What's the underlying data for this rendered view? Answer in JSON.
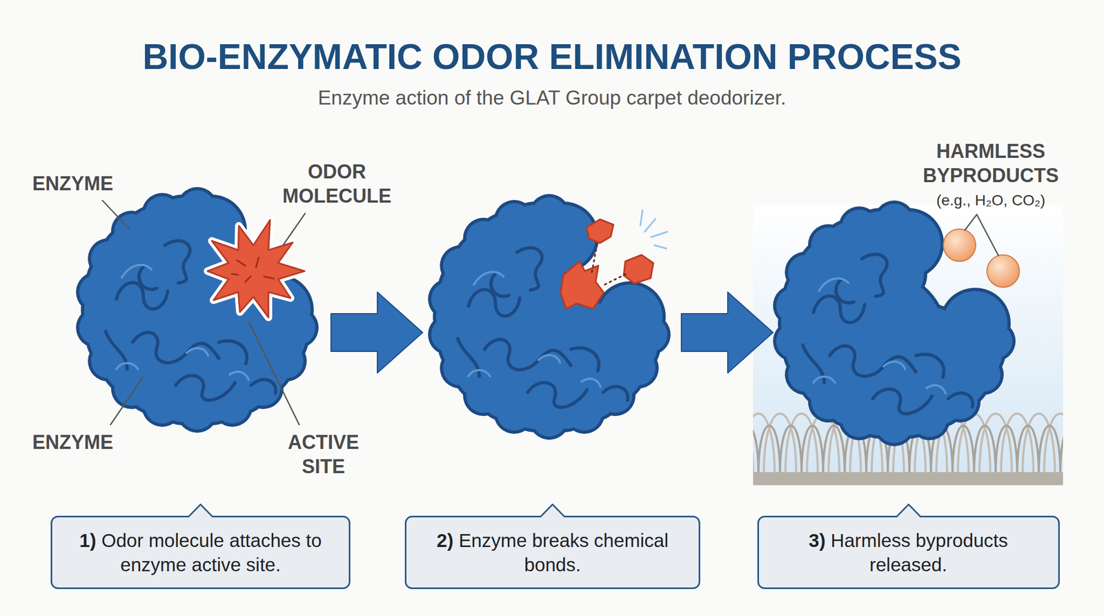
{
  "diagram": {
    "title": "BIO-ENZYMATIC ODOR ELIMINATION PROCESS",
    "caption": "Enzyme action of the GLAT Group carpet deodorizer.",
    "nodes": [
      {
        "text": [
          "1)",
          "Odor molecule attaches to enzyme active site."
        ]
      },
      {
        "text": [
          "2)",
          "Enzyme breaks chemical bonds."
        ]
      },
      {
        "text": [
          "3)",
          "Harmless byproducts released."
        ]
      }
    ],
    "labels": [
      "ENZYME",
      "ODOR MOLECULE",
      "ENZYME",
      "ACTIVE SITE",
      "HARMLESS BYPRODUCTS",
      "(e.g., H₂O, CO₂)"
    ]
  }
}
